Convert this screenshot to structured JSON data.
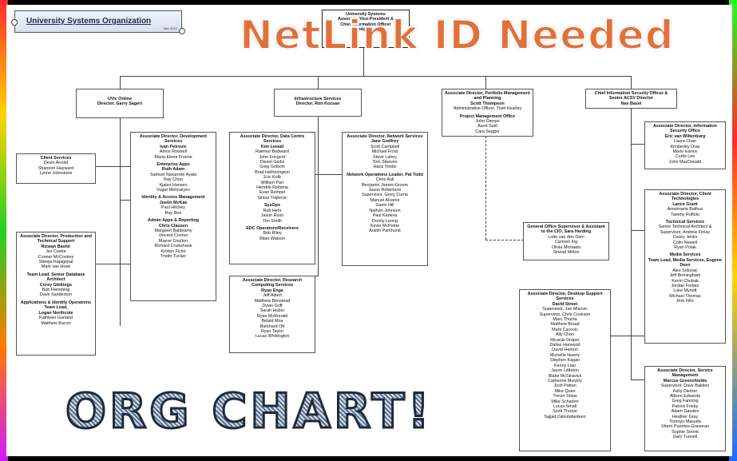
{
  "header": {
    "title": "University Systems Organization",
    "date": "Mar 2022"
  },
  "top_box": {
    "lines": [
      "University Systems",
      "Associate Vice-President &",
      "Chief Information Officer",
      "Wendy Ramm"
    ]
  },
  "overlay": {
    "netlink": "NetLink ID Needed",
    "orgchart": "ORG CHART!"
  },
  "uvic": {
    "title": "UVic Online",
    "name": "Director, Garry Sagert"
  },
  "infra": {
    "title": "Infrastructure Services",
    "name": "Director, Ron Kozsan"
  },
  "portfolio": {
    "title": "Associate Director, Portfolio Management and Planning",
    "name": "Scott Thompson",
    "sub": "Administrative Officer, Trish Kearley",
    "pmo_title": "Project Management Office",
    "pmo": [
      "John Dienye",
      "Ased Said",
      "Cara Segger"
    ]
  },
  "ciso": {
    "title": "Chief Information Security Officer & Senior ACSV Director",
    "name": "Nav Basel"
  },
  "client_services": {
    "title": "Client Services",
    "names": [
      "Devin Arnold",
      "Shannon Hayward",
      "Lynne Johnstone"
    ]
  },
  "dev_services": {
    "title": "Associate Director, Development Services",
    "name": "Ivan Petrovic",
    "names": [
      "Amos Rowsell",
      "Maria-Elena Froese"
    ],
    "sec1": "Enterprise Apps",
    "sec1_lead": "Ruth Adam",
    "sec1_names": [
      "Samuel Navarrete Ayala",
      "Ray Choo",
      "Kjalen Hansen",
      "Vugar Mehraliyev"
    ],
    "sec2": "Identity & Access Management",
    "sec2_lead": "Justin McKae",
    "sec2_names": [
      "Paul Hilchey",
      "Ray Bon"
    ],
    "sec3": "Admin Apps & Reporting",
    "sec3_lead": "Chris Clausen",
    "sec3_names": [
      "Margaret Baldeamy",
      "Vincent Connor",
      "Maeve Coulton",
      "Richard Cruikshank",
      "Kristen Ficke",
      "Tristin Tucker"
    ]
  },
  "production": {
    "title": "Associate Director, Production and Technical Support",
    "name": "Rizwan Bashir",
    "names": [
      "Jes Castor",
      "Conner McConkey",
      "Sheeja Rajagopal",
      "Mark van Hoek"
    ],
    "sec1": "Team Lead, Senior Database Architect",
    "sec1_lead": "Corey Gibbings",
    "sec1_names": [
      "Bob Flemming",
      "Dave Sanderson"
    ],
    "sec2": "Applications & Identity Operations Team Lead,",
    "sec2_lead": "Logan Northcote",
    "sec2_names": [
      "Kathleen Garland",
      "Matthew Bacon"
    ]
  },
  "data_centre": {
    "title": "Associate Director, Data Centre Services",
    "name": "Kim Lewall",
    "names": [
      "Raemur Bedward",
      "John Foxgord",
      "Divani Gediz",
      "Greg Goforth",
      "Brad Hetherington",
      "Eric Kolb",
      "William Parr",
      "Hendrik Reitsma",
      "Evan Rempel",
      "Sinisa Trajkovic"
    ],
    "sec1": "SysOps",
    "sec1_names": [
      "Rob Hehr",
      "Jason Rush",
      "Tim Smith"
    ],
    "sec2": "EDC Operators/Receivers",
    "sec2_names": [
      "Bob Riley",
      "Bitan Watson"
    ]
  },
  "network": {
    "title": "Associate Director, Network Services",
    "name": "Jane Godfrey",
    "names": [
      "Scott Campbell",
      "Michael Frost",
      "Steve Lahey",
      "Tom Steeves",
      "Hans Yordis"
    ],
    "sec1": "Network Operations Leader, Pat Todd",
    "sec1_names": [
      "Chris Aull",
      "Benjamin James-Groom",
      "Jason Robertson",
      "Supervisor, Gerry Currie",
      "Manuel Alvarez",
      "Gavin Hill",
      "Nathan Johnson",
      "Paul Kaneva",
      "Donny Leong",
      "Kevin McPetrie",
      "Austin Parkhurst"
    ]
  },
  "research": {
    "title": "Associate Director, Research Computing Services",
    "name": "Ryan Enge",
    "names": [
      "Jeff Albert",
      "Matthew Benstead",
      "Dylan Griff",
      "Sarah Huber",
      "Ryan McRonald",
      "Belaid Moa",
      "Burkhard Ott",
      "Ryan Taylor",
      "Lucas Whittington"
    ]
  },
  "general_office": {
    "title": "General Office Supervisor & Assistant to the CIO, Sara Harding",
    "names": [
      "Lotte van den Dam",
      "Carmen Ing",
      "Olivia Michaels",
      "Sinead Mitton"
    ]
  },
  "info_security": {
    "title": "Associate Director, Information Security Office",
    "name": "Eric van Wiltenburg",
    "names": [
      "Laura Chan",
      "Kimberley Dray",
      "Marlo Ivanov",
      "Curtis Lee",
      "John MacDonald"
    ]
  },
  "client_tech": {
    "title": "Associate Director, Client Technologies",
    "name": "Lance Grant",
    "names": [
      "Annemarie Balfour",
      "Tammy Ruffolo"
    ],
    "sec1": "Technical Services",
    "sec1_names": [
      "Senior Technical Architect &",
      "Supervisor, Andrew Finlay",
      "Casey Jenks",
      "Colin Newell",
      "Ryan Polak"
    ],
    "sec2": "Media Services",
    "sec2_lead": "Team Lead, Media Services, Eugene Deen",
    "sec2_names": [
      "Alex Solunac",
      "Jeff Birmingham",
      "Kevin Chubak",
      "Jordan Forbes",
      "Luke Mynott",
      "Michael Thomas",
      "Rob Fillo"
    ]
  },
  "desktop": {
    "title": "Associate Director, Desktop Support Services",
    "name": "David Street",
    "names": [
      "Supervisor, Jan Misovic",
      "Supervisor, Chris Cookson",
      "Marc Thoma",
      "Matthew Broad",
      "Mark Cacovic",
      "Ally Chen",
      "Ricardo Draper",
      "Dallas Harwood",
      "David Hemon",
      "Michelle Hoertz",
      "Stephen Kagan",
      "Kenny Liau",
      "Jason Littleton",
      "Blake McStravick",
      "Catherine Murphy",
      "Josh Patton",
      "Mike Quan",
      "Trevor Shew",
      "Mike Scharlen",
      "Lucas Small",
      "Scott Thorpe",
      "Sajjad Zainulabedeen"
    ]
  },
  "service_mgmt": {
    "title": "Associate Director, Service Management",
    "name": "Marcus Greenshields",
    "names": [
      "Supervisor, Dave Bakken",
      "Kelly Dietner",
      "Allison Edwards",
      "Greg Fanning",
      "Patrick Frisby",
      "Adam Gaudes",
      "Heather Gray",
      "Tomoyo Masuda",
      "Sherri Puentes-Graveran",
      "Sophie Stronk",
      "Gary Tunnell"
    ]
  }
}
